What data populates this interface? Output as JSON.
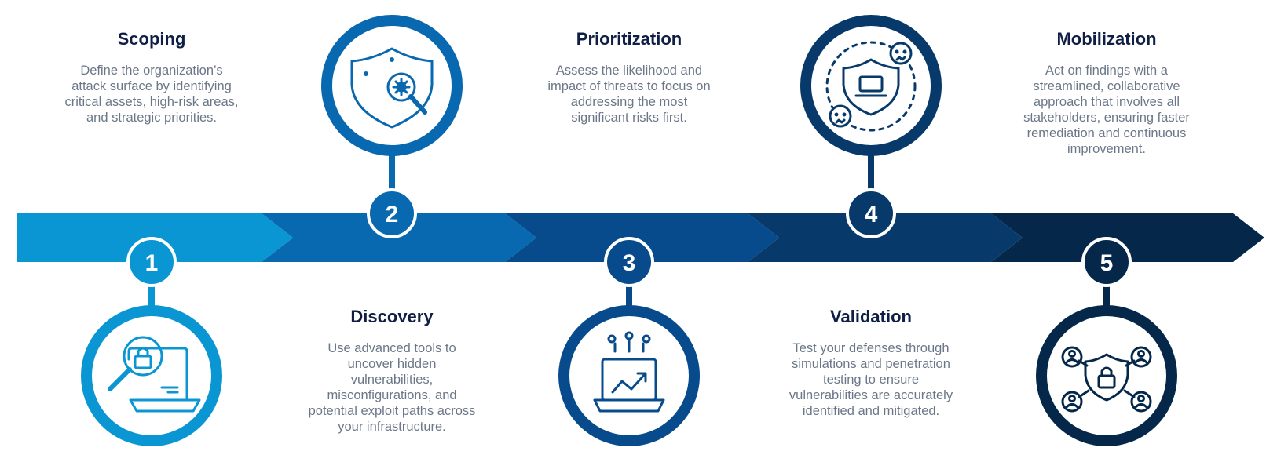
{
  "colors": {
    "step1": "#0a95d3",
    "step2": "#0868b0",
    "step3": "#074b8c",
    "step4": "#073a6a",
    "step5": "#05284a",
    "title_text": "#0f1e45",
    "body_text": "#6b7788"
  },
  "steps": [
    {
      "number": "1",
      "title": "Scoping",
      "description_lines": [
        "Define the organization’s",
        "attack surface by identifying",
        "critical assets, high-risk areas,",
        "and strategic priorities."
      ],
      "icon": "laptop-lock-magnifier-icon"
    },
    {
      "number": "2",
      "title": "Discovery",
      "description_lines": [
        "Use advanced tools to",
        "uncover hidden",
        "vulnerabilities,",
        "misconfigurations, and",
        "potential exploit paths across",
        "your infrastructure."
      ],
      "icon": "shield-virus-magnifier-icon"
    },
    {
      "number": "3",
      "title": "Prioritization",
      "description_lines": [
        "Assess the likelihood and",
        "impact of threats to focus on",
        "addressing the most",
        "significant risks first."
      ],
      "icon": "laptop-trend-chart-icon"
    },
    {
      "number": "4",
      "title": "Validation",
      "description_lines": [
        "Test your defenses through",
        "simulations and penetration",
        "testing to ensure",
        "vulnerabilities are accurately",
        "identified and mitigated."
      ],
      "icon": "shield-laptop-threats-icon"
    },
    {
      "number": "5",
      "title": "Mobilization",
      "description_lines": [
        "Act on findings with a",
        "streamlined, collaborative",
        "approach that involves all",
        "stakeholders, ensuring faster",
        "remediation and continuous",
        "improvement."
      ],
      "icon": "shield-lock-users-network-icon"
    }
  ]
}
